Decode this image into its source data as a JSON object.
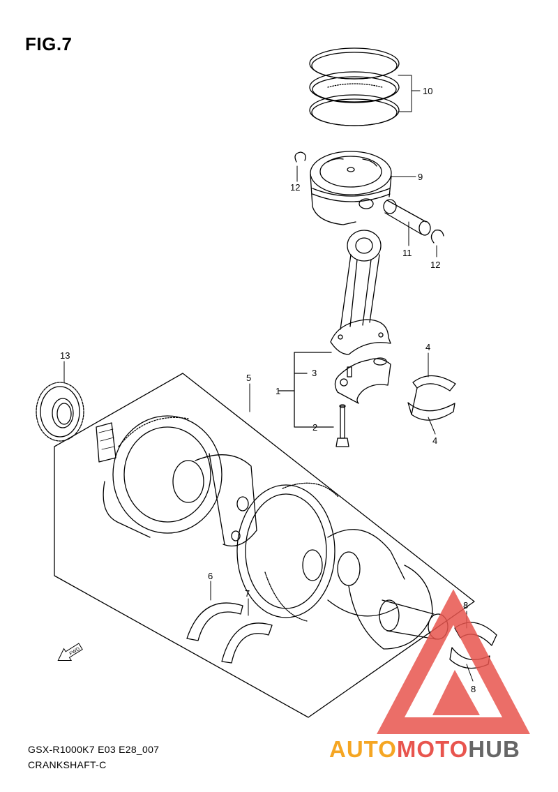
{
  "figure": {
    "title": "FIG.7",
    "model_code": "GSX-R1000K7 E03 E28_007",
    "section_name": "CRANKSHAFT-C",
    "direction_marker": "FWD"
  },
  "callouts": {
    "c1": "1",
    "c2": "2",
    "c3": "3",
    "c4a": "4",
    "c4b": "4",
    "c5": "5",
    "c6": "6",
    "c7": "7",
    "c8a": "8",
    "c8b": "8",
    "c9": "9",
    "c10": "10",
    "c11": "11",
    "c12a": "12",
    "c12b": "12",
    "c13": "13"
  },
  "watermark": {
    "part1": "AUTO",
    "part2": "MOTO",
    "part3": "HUB",
    "color1": "#f5a623",
    "color2": "#e8554e",
    "color3": "#666666"
  },
  "colors": {
    "line": "#000000",
    "background": "#ffffff"
  }
}
